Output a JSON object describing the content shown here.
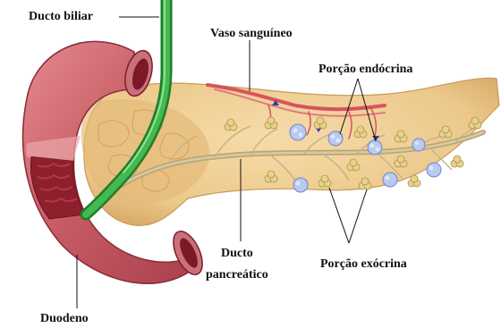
{
  "labels": {
    "bile_duct": "Ducto biliar",
    "blood_vessel": "Vaso sanguíneo",
    "endocrine": "Porção endócrina",
    "pancreatic_duct_line1": "Ducto",
    "pancreatic_duct_line2": "pancreático",
    "exocrine": "Porção exócrina",
    "duodenum": "Duodeno"
  },
  "colors": {
    "duodenum_outer": "#c65a63",
    "duodenum_inner": "#8e1f2c",
    "pancreas": "#f0cd92",
    "pancreas_shadow": "#d8aa68",
    "bile_duct": "#2fa23a",
    "pancreatic_duct": "#b9a77a",
    "vessel": "#d8535e",
    "islet": "#b9c9f2",
    "acini": "#e8d28a"
  }
}
